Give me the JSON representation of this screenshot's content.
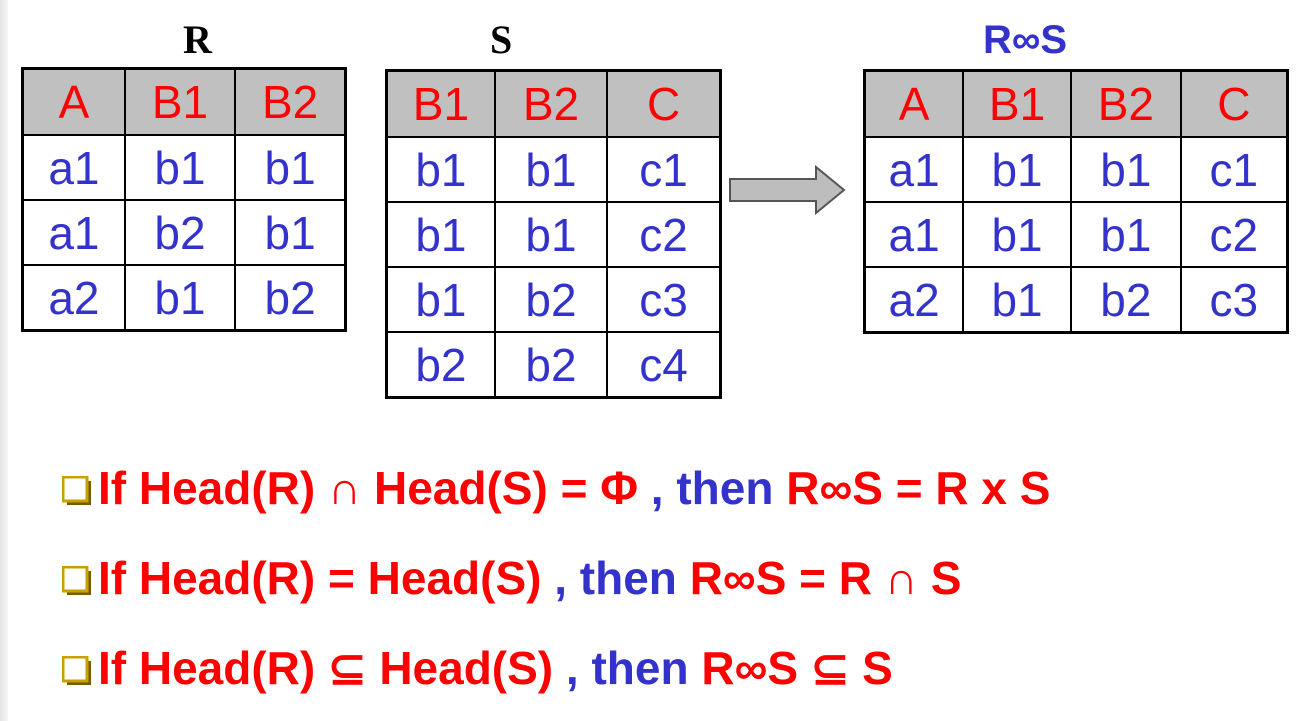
{
  "tables": {
    "r": {
      "title": "R",
      "headers": [
        "A",
        "B1",
        "B2"
      ],
      "rows": [
        [
          "a1",
          "b1",
          "b1"
        ],
        [
          "a1",
          "b2",
          "b1"
        ],
        [
          "a2",
          "b1",
          "b2"
        ]
      ]
    },
    "s": {
      "title": "S",
      "headers": [
        "B1",
        "B2",
        "C"
      ],
      "rows": [
        [
          "b1",
          "b1",
          "c1"
        ],
        [
          "b1",
          "b1",
          "c2"
        ],
        [
          "b1",
          "b2",
          "c3"
        ],
        [
          "b2",
          "b2",
          "c4"
        ]
      ]
    },
    "rs": {
      "title": "R∞S",
      "headers": [
        "A",
        "B1",
        "B2",
        "C"
      ],
      "rows": [
        [
          "a1",
          "b1",
          "b1",
          "c1"
        ],
        [
          "a1",
          "b1",
          "b1",
          "c2"
        ],
        [
          "a2",
          "b1",
          "b2",
          "c3"
        ]
      ]
    }
  },
  "rules": [
    {
      "red_part": "If Head(R) ∩ Head(S) = Φ",
      "blue_part": " , then ",
      "result": "R∞S = R x S"
    },
    {
      "red_part": "If Head(R) = Head(S)",
      "blue_part": " , then ",
      "result": "R∞S = R ∩ S"
    },
    {
      "red_part": "If Head(R) ⊆ Head(S)",
      "blue_part": " , then ",
      "result": "R∞S ⊆ S"
    }
  ],
  "colors": {
    "header_text": "#ff0000",
    "cell_text": "#3333cc",
    "header_bg": "#c0c0c0",
    "bullet": "#c8a000"
  }
}
